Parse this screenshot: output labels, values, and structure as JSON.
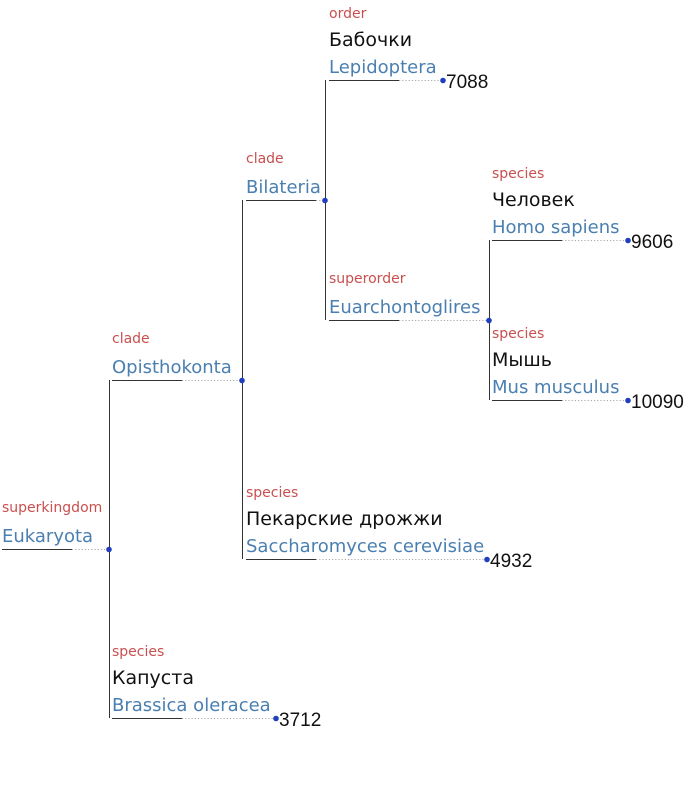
{
  "colors": {
    "rank": "#c8504f",
    "scientific": "#4a7fb0",
    "common": "#111111",
    "edge": "#333333",
    "node": "#1f3fbf"
  },
  "nodes": [
    {
      "id": "eukaryota",
      "rank": "superkingdom",
      "scientific": "Eukaryota"
    },
    {
      "id": "opisthokonta",
      "rank": "clade",
      "scientific": "Opisthokonta"
    },
    {
      "id": "bilateria",
      "rank": "clade",
      "scientific": "Bilateria"
    },
    {
      "id": "lepidoptera",
      "rank": "order",
      "common": "Бабочки",
      "scientific": "Lepidoptera",
      "taxid": "7088"
    },
    {
      "id": "euarchontoglires",
      "rank": "superorder",
      "scientific": "Euarchontoglires"
    },
    {
      "id": "homo",
      "rank": "species",
      "common": "Человек",
      "scientific": "Homo sapiens",
      "taxid": "9606"
    },
    {
      "id": "mus",
      "rank": "species",
      "common": "Мышь",
      "scientific": "Mus musculus",
      "taxid": "10090"
    },
    {
      "id": "yeast",
      "rank": "species",
      "common": "Пекарские дрожжи",
      "scientific": "Saccharomyces cerevisiae",
      "taxid": "4932"
    },
    {
      "id": "brassica",
      "rank": "species",
      "common": "Капуста",
      "scientific": "Brassica oleracea",
      "taxid": "3712"
    }
  ]
}
